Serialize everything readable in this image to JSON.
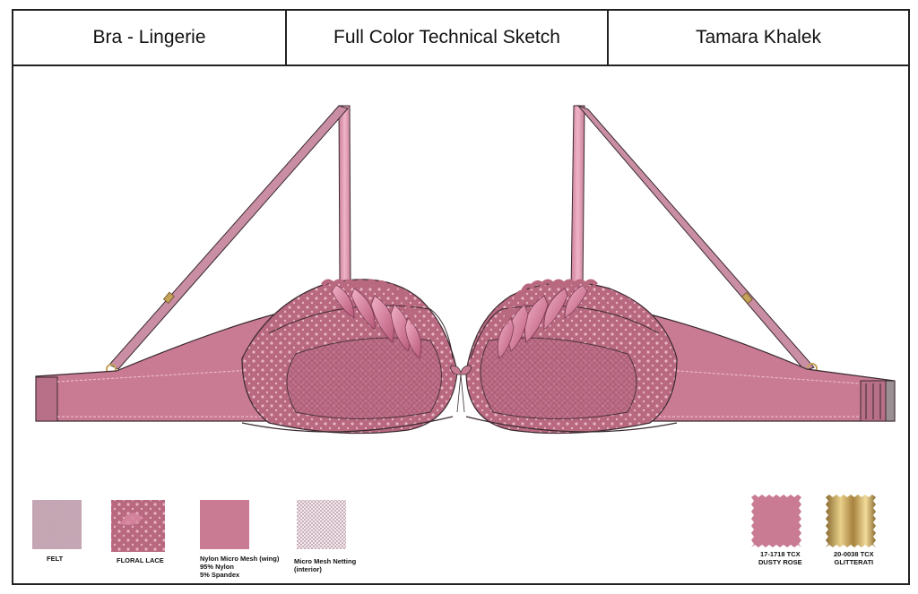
{
  "header": {
    "category": "Bra - Lingerie",
    "sheet_type": "Full Color Technical Sketch",
    "designer": "Tamara Khalek"
  },
  "colors": {
    "dusty_rose": "#c97b93",
    "strap": "#c98ea3",
    "band": "#c97b93",
    "lace": "#b8687f",
    "petal": "#d88aa3",
    "outline": "#3a2a30",
    "glitterati": "#c4a25a",
    "felt": "#c6a8b5"
  },
  "fabrics": [
    {
      "lines": [
        "FELT"
      ]
    },
    {
      "lines": [
        "FLORAL LACE"
      ]
    },
    {
      "lines": [
        "Nylon Micro Mesh (wing)",
        "95% Nylon",
        "5% Spandex"
      ]
    },
    {
      "lines": [
        "Micro Mesh Netting",
        "(interior)"
      ]
    }
  ],
  "color_chips": [
    {
      "lines": [
        "17-1718 TCX",
        "DUSTY ROSE"
      ]
    },
    {
      "lines": [
        "20-0038 TCX",
        "GLITTERATI"
      ]
    }
  ]
}
